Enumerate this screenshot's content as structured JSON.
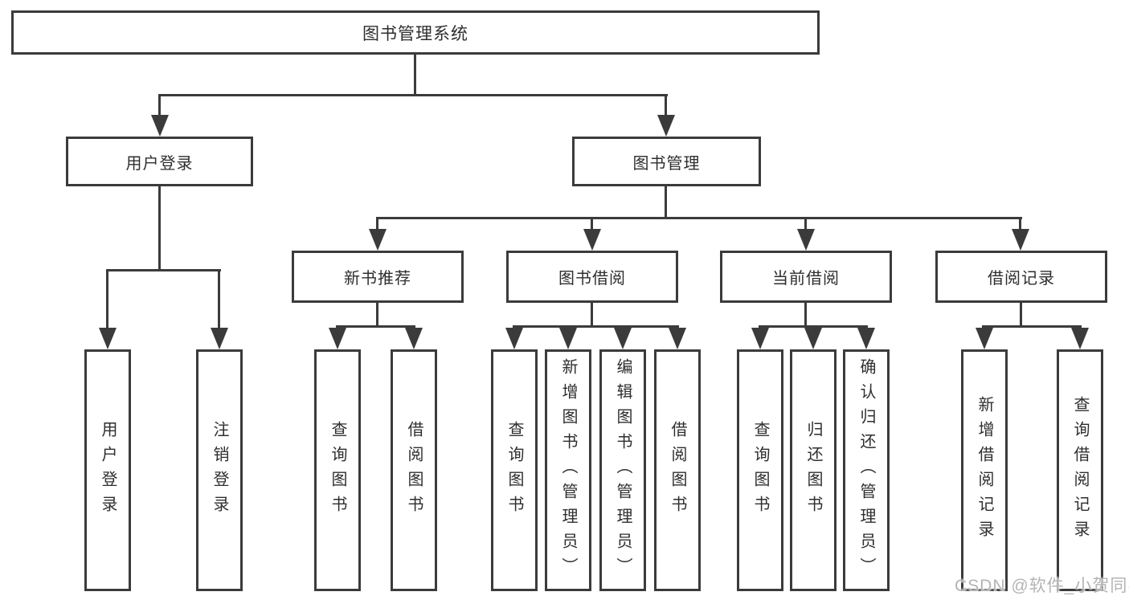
{
  "nodes": {
    "root": "图书管理系统",
    "branches": [
      {
        "label": "用户登录",
        "leaves": [
          "用户登录",
          "注销登录"
        ]
      },
      {
        "label": "图书管理",
        "groups": [
          {
            "label": "新书推荐",
            "leaves": [
              "查询图书",
              "借阅图书"
            ]
          },
          {
            "label": "图书借阅",
            "leaves": [
              "查询图书",
              "新增图书（管理员）",
              "编辑图书（管理员）",
              "借阅图书"
            ]
          },
          {
            "label": "当前借阅",
            "leaves": [
              "查询图书",
              "归还图书",
              "确认归还（管理员）"
            ]
          },
          {
            "label": "借阅记录",
            "leaves": [
              "新增借阅记录",
              "查询借阅记录"
            ]
          }
        ]
      }
    ]
  },
  "watermark": "CSDN @软件_小贺同学",
  "colors": {
    "line": "#3b3b3b",
    "text": "#2e2e2e",
    "watermark": "#b4b4b4",
    "background": "#ffffff"
  }
}
